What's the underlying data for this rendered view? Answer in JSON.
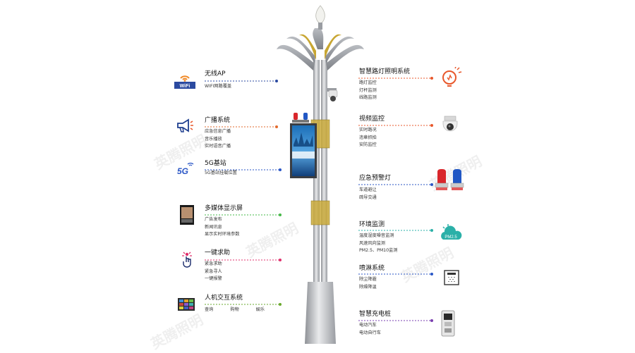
{
  "watermark": "英腾照明",
  "left_features": [
    {
      "title": "无线AP",
      "subs": [
        "WIFI网路覆盖"
      ],
      "icon": "wifi-icon",
      "color": "#2b4aa0"
    },
    {
      "title": "广播系统",
      "subs": [
        "应急信息广播",
        "音乐播放",
        "实时语音广播"
      ],
      "icon": "megaphone-icon",
      "color": "#e26a2c"
    },
    {
      "title": "5G基站",
      "subs": [
        "5G基站挂载位置"
      ],
      "icon": "5g-icon",
      "color": "#2a56c6"
    },
    {
      "title": "多媒体显示屏",
      "subs": [
        "广告发布",
        "新闻讯息",
        "显示实时环境参数"
      ],
      "icon": "display-screen-icon",
      "color": "#46b848"
    },
    {
      "title": "一键求助",
      "subs": [
        "紧急求助",
        "紧急寻人",
        "一键报警"
      ],
      "icon": "sos-hand-icon",
      "color": "#e0306c"
    },
    {
      "title": "人机交互系统",
      "subs": [
        "查询",
        "购物",
        "娱乐"
      ],
      "icon": "touch-screen-icon",
      "color": "#6aa82e"
    }
  ],
  "right_features": [
    {
      "title": "智慧路灯照明系统",
      "subs": [
        "路灯监控",
        "灯杆监测",
        "线路监测"
      ],
      "icon": "bulb-icon",
      "color": "#e8582c"
    },
    {
      "title": "视频监控",
      "subs": [
        "实时路况",
        "违章抓拍",
        "安防监控"
      ],
      "icon": "dome-camera-icon",
      "color": "#e8582c"
    },
    {
      "title": "应急预警灯",
      "subs": [
        "车道避让",
        "疏导交通"
      ],
      "icon": "warning-light-icon",
      "color": "#2a56c6"
    },
    {
      "title": "环境监测",
      "subs": [
        "温度湿度噪音监测",
        "风速风向监测",
        "PM2.5、PM10监测"
      ],
      "icon": "cloud-pm25-icon",
      "color": "#2bb0a8",
      "icon_text": "PM2.5"
    },
    {
      "title": "喷淋系统",
      "subs": [
        "除尘降霾",
        "除燥降温"
      ],
      "icon": "sprinkler-icon",
      "color": "#2a56c6"
    },
    {
      "title": "智慧充电桩",
      "subs": [
        "电动汽车",
        "电动自行车"
      ],
      "icon": "charging-pile-icon",
      "color": "#7a3fb0"
    }
  ],
  "wifi_label": "WiFi",
  "fiveg_label": "5G"
}
